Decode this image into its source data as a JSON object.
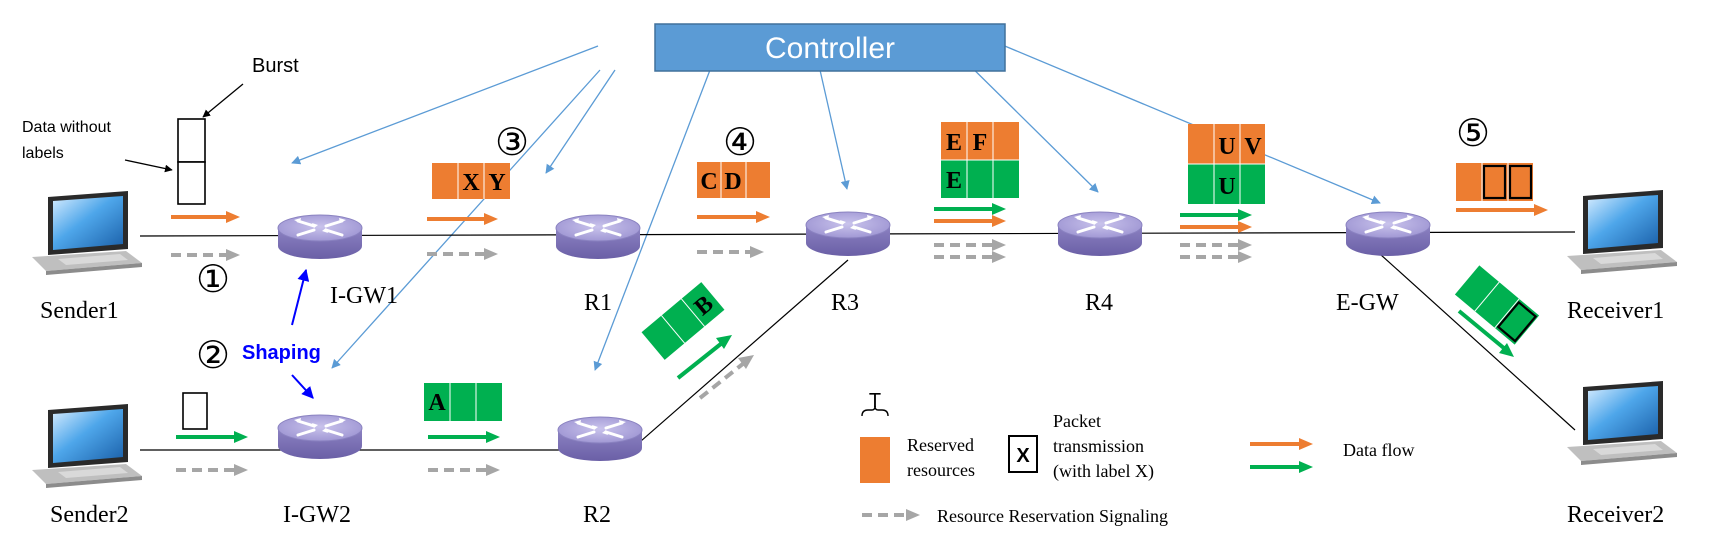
{
  "controller": {
    "label": "Controller",
    "color": "#5b9bd5"
  },
  "nodes": {
    "sender1": "Sender1",
    "sender2": "Sender2",
    "igw1": "I-GW1",
    "igw2": "I-GW2",
    "r1": "R1",
    "r2": "R2",
    "r3": "R3",
    "r4": "R4",
    "egw": "E-GW",
    "receiver1": "Receiver1",
    "receiver2": "Receiver2"
  },
  "annotations": {
    "burst": "Burst",
    "data_without_labels_line1": "Data without",
    "data_without_labels_line2": "labels",
    "shaping": "Shaping"
  },
  "steps": [
    "①",
    "②",
    "③",
    "④",
    "⑤"
  ],
  "packet_labels": {
    "x": "X",
    "y": "Y",
    "c": "C",
    "d": "D",
    "e1": "E",
    "f": "F",
    "e2": "E",
    "u1": "U",
    "v": "V",
    "u2": "U",
    "a": "A",
    "b": "B"
  },
  "legend": {
    "t": "T",
    "reserved_line1": "Reserved",
    "reserved_line2": "resources",
    "packet_symbol": "X",
    "packet_line1": "Packet",
    "packet_line2": "transmission",
    "packet_line3": "(with label X)",
    "data_flow": "Data flow",
    "signaling": "Resource Reservation Signaling"
  },
  "colors": {
    "orange": "#ed7d31",
    "green": "#00b050",
    "gray_arrow": "#a6a6a6",
    "control_link": "#5b9bd5",
    "shaping": "#0000ff",
    "router": "#8f86c4"
  }
}
